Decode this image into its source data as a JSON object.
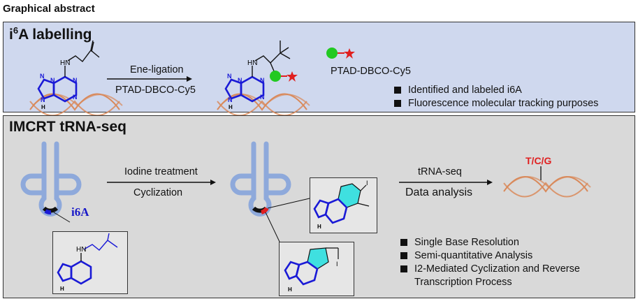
{
  "header": {
    "title": "Graphical abstract"
  },
  "panel_labelling": {
    "title": "i6A labelling",
    "title_main": "i",
    "title_sup": "6",
    "title_rest": "A labelling",
    "arrow_top": "Ene-ligation",
    "arrow_bottom": "PTAD-DBCO-Cy5",
    "reagent_label": "PTAD-DBCO-Cy5",
    "bullets": [
      "Identified and labeled i6A",
      "Fluorescence molecular tracking purposes"
    ]
  },
  "panel_imcrt": {
    "title": "IMCRT tRNA-seq",
    "arrow1_top": "Iodine treatment",
    "arrow1_bottom": "Cyclization",
    "arrow2_top": "tRNA-seq",
    "arrow2_bottom": "Data analysis",
    "trna_label": "i6A",
    "mutation_label": "T/C/G",
    "bullets": [
      "Single Base Resolution",
      "Semi-quantitative Analysis",
      "I2-Mediated Cyclization and Reverse Transcription Process"
    ]
  },
  "colors": {
    "purine": "#1a1ad6",
    "trna": "#8ea9db",
    "dna_helix": "#d9895a",
    "label_green": "#22c922",
    "cy5_star": "#e01f1f",
    "cyclic_ring": "#3fe0e0"
  }
}
